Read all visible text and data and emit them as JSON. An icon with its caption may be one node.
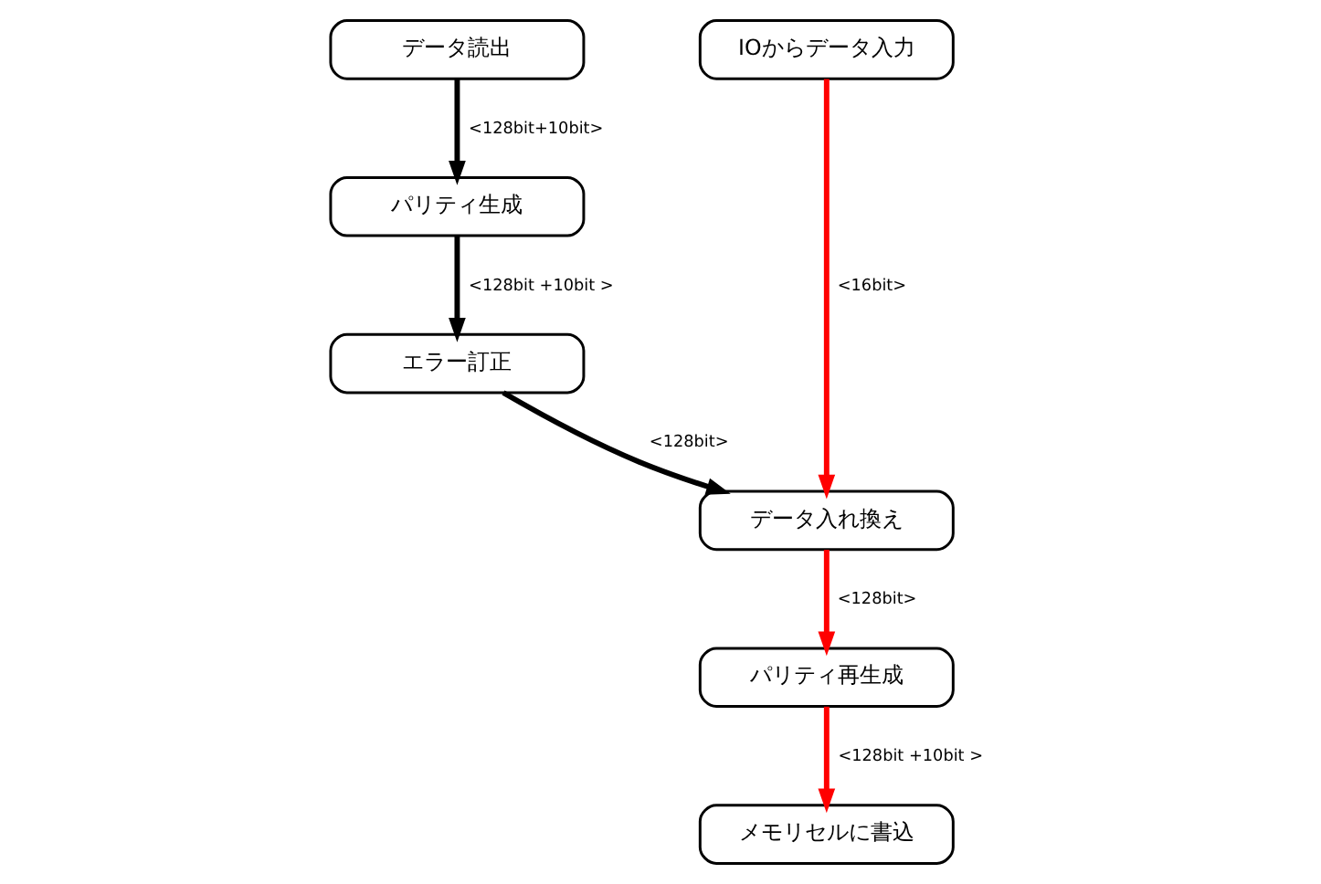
{
  "diagram": {
    "nodes": [
      {
        "text": [
          "データ読出"
        ]
      },
      {
        "text": [
          "パリティ生成"
        ]
      },
      {
        "text": [
          "エラー訂正"
        ]
      },
      {
        "text": [
          "IOからデータ入力"
        ]
      },
      {
        "text": [
          "データ入れ換え"
        ]
      },
      {
        "text": [
          "パリティ再生成"
        ]
      },
      {
        "text": [
          "メモリセルに書込"
        ]
      }
    ],
    "edges": [
      {
        "from": 0,
        "to": 1,
        "arrow": "to",
        "label": "<128bit+10bit>"
      },
      {
        "from": 1,
        "to": 2,
        "arrow": "to",
        "label": "<128bit +10bit >"
      },
      {
        "from": 2,
        "to": 4,
        "arrow": "to",
        "label": "<128bit>"
      },
      {
        "from": 3,
        "to": 4,
        "arrow": "to",
        "label": "<16bit>",
        "color": "#ff0000"
      },
      {
        "from": 4,
        "to": 5,
        "arrow": "to",
        "label": "<128bit>",
        "color": "#ff0000"
      },
      {
        "from": 5,
        "to": 6,
        "arrow": "to",
        "label": "<128bit +10bit >",
        "color": "#ff0000"
      }
    ]
  }
}
